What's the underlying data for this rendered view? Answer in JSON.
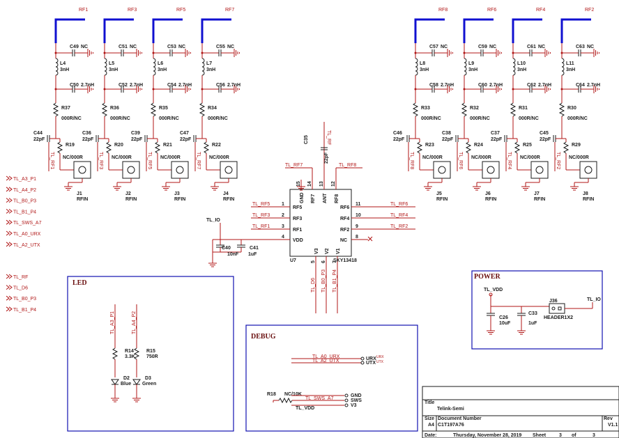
{
  "colors": {
    "wire": "#b01515",
    "antenna": "#1010d0",
    "text": "#1a1a1a",
    "box": "#1010b0"
  },
  "left_chains": [
    {
      "rf": "RF1",
      "cap_nc": "C49",
      "cap_nc_val": "NC",
      "ind": "L4",
      "ind_val": "3nH",
      "cap2": "C50",
      "cap2_val": "2.7nH",
      "res": "R37",
      "res_val": "000R/NC",
      "cap3": "C44",
      "cap3_val": "22pF",
      "res2": "R19",
      "res2_val": "NC/000R",
      "conn": "J1",
      "conn_val": "RFIN",
      "net": "TL_RF1"
    },
    {
      "rf": "RF3",
      "cap_nc": "C51",
      "cap_nc_val": "NC",
      "ind": "L5",
      "ind_val": "3nH",
      "cap2": "C52",
      "cap2_val": "2.7nH",
      "res": "R36",
      "res_val": "000R/NC",
      "cap3": "C36",
      "cap3_val": "22pF",
      "res2": "R20",
      "res2_val": "NC/000R",
      "conn": "J2",
      "conn_val": "RFIN",
      "net": "TL_RF3"
    },
    {
      "rf": "RF5",
      "cap_nc": "C53",
      "cap_nc_val": "NC",
      "ind": "L6",
      "ind_val": "3nH",
      "cap2": "C54",
      "cap2_val": "2.7nH",
      "res": "R35",
      "res_val": "000R/NC",
      "cap3": "C39",
      "cap3_val": "22pF",
      "res2": "R21",
      "res2_val": "NC/000R",
      "conn": "J3",
      "conn_val": "RFIN",
      "net": "TL_RF5"
    },
    {
      "rf": "RF7",
      "cap_nc": "C55",
      "cap_nc_val": "NC",
      "ind": "L7",
      "ind_val": "3nH",
      "cap2": "C56",
      "cap2_val": "2.7nH",
      "res": "R34",
      "res_val": "000R/NC",
      "cap3": "C47",
      "cap3_val": "22pF",
      "res2": "R22",
      "res2_val": "NC/000R",
      "conn": "J4",
      "conn_val": "RFIN",
      "net": "TL_RF7"
    }
  ],
  "right_chains": [
    {
      "rf": "RF8",
      "cap_nc": "C57",
      "cap_nc_val": "NC",
      "ind": "L8",
      "ind_val": "3nH",
      "cap2": "C58",
      "cap2_val": "2.7nH",
      "res": "R33",
      "res_val": "000R/NC",
      "cap3": "C46",
      "cap3_val": "22pF",
      "res2": "R23",
      "res2_val": "NC/000R",
      "conn": "J5",
      "conn_val": "RFIN",
      "net": "TL_RF8"
    },
    {
      "rf": "RF6",
      "cap_nc": "C59",
      "cap_nc_val": "NC",
      "ind": "L9",
      "ind_val": "3nH",
      "cap2": "C60",
      "cap2_val": "2.7nH",
      "res": "R32",
      "res_val": "000R/NC",
      "cap3": "C38",
      "cap3_val": "22pF",
      "res2": "R24",
      "res2_val": "NC/000R",
      "conn": "J6",
      "conn_val": "RFIN",
      "net": "TL_RF6"
    },
    {
      "rf": "RF4",
      "cap_nc": "C61",
      "cap_nc_val": "NC",
      "ind": "L10",
      "ind_val": "3nH",
      "cap2": "C62",
      "cap2_val": "2.7nH",
      "res": "R31",
      "res_val": "000R/NC",
      "cap3": "C37",
      "cap3_val": "22pF",
      "res2": "R25",
      "res2_val": "NC/000R",
      "conn": "J7",
      "conn_val": "RFIN",
      "net": "TL_RF4"
    },
    {
      "rf": "RF2",
      "cap_nc": "C63",
      "cap_nc_val": "NC",
      "ind": "L11",
      "ind_val": "3nH",
      "cap2": "C64",
      "cap2_val": "2.7nH",
      "res": "R30",
      "res_val": "000R/NC",
      "cap3": "C45",
      "cap3_val": "22pF",
      "res2": "R29",
      "res2_val": "NC/000R",
      "conn": "J8",
      "conn_val": "RFIN",
      "net": "TL_RF2"
    }
  ],
  "offpage_left": [
    "TL_A3_P1",
    "TL_A4_P2",
    "TL_B0_P3",
    "TL_B1_P4",
    "TL_SWS_A7",
    "TL_A0_URX",
    "TL_A2_UTX"
  ],
  "offpage_left2": [
    "TL_RF",
    "TL_D6",
    "TL_B0_P3",
    "TL_B1_P4"
  ],
  "ic": {
    "ref": "U7",
    "part": "SKY13418",
    "pins_left": [
      {
        "num": "1",
        "name": "RF5",
        "net": "TL_RF5"
      },
      {
        "num": "2",
        "name": "RF3",
        "net": "TL_RF3"
      },
      {
        "num": "3",
        "name": "RF1",
        "net": "TL_RF1"
      },
      {
        "num": "4",
        "name": "VDD",
        "net": ""
      }
    ],
    "pins_right": [
      {
        "num": "11",
        "name": "RF6",
        "net": "TL_RF6"
      },
      {
        "num": "10",
        "name": "RF4",
        "net": "TL_RF4"
      },
      {
        "num": "9",
        "name": "RF2",
        "net": "TL_RF2"
      },
      {
        "num": "8",
        "name": "NC",
        "net": ""
      }
    ],
    "pins_top": [
      {
        "num": "15",
        "name": "GND"
      },
      {
        "num": "14",
        "name": "RF7"
      },
      {
        "num": "13",
        "name": "ANT"
      },
      {
        "num": "12",
        "name": "RF8"
      }
    ],
    "pins_bottom": [
      {
        "num": "5",
        "name": "V3",
        "net": "TL_D6"
      },
      {
        "num": "6",
        "name": "V2",
        "net": "TL_B0_P3"
      },
      {
        "num": "7",
        "name": "V1",
        "net": "TL_B1_P4"
      }
    ],
    "top_nets": {
      "rf7": "TL_RF7",
      "rf8": "TL_RF8",
      "ant": "TL_RF"
    },
    "ant_cap": "C35",
    "ant_cap_val": "22pF",
    "vdd_net": "TL_IO",
    "vdd_caps": [
      {
        "ref": "C40",
        "val": "10nF"
      },
      {
        "ref": "C41",
        "val": "1uF"
      }
    ]
  },
  "led": {
    "title": "LED",
    "nets": [
      "TL_A3_P1",
      "TL_A4_P2"
    ],
    "res": [
      {
        "ref": "R14",
        "val": "3.3K"
      },
      {
        "ref": "R15",
        "val": "750R"
      }
    ],
    "leds": [
      {
        "ref": "D2",
        "val": "Blue"
      },
      {
        "ref": "D3",
        "val": "Green"
      }
    ]
  },
  "debug": {
    "title": "DEBUG",
    "nets": [
      "TL_A0_URX",
      "TL_A2_UTX"
    ],
    "ports": [
      "URX",
      "UTX"
    ],
    "ports_small": [
      "URX",
      "UTX"
    ],
    "res": "R18",
    "res_val": "NC/10K",
    "sws_net": "TL_SWS_A7",
    "vdd_net": "TL_VDD",
    "pads": [
      "GND",
      "SWS",
      "V3"
    ]
  },
  "power": {
    "title": "POWER",
    "in_net": "TL_VDD",
    "out_net": "TL_IO",
    "caps": [
      {
        "ref": "C26",
        "val": "10uF"
      },
      {
        "ref": "C33",
        "val": "1uF"
      }
    ],
    "header": "J36",
    "header_val": "HEADER1X2"
  },
  "title_block": {
    "title_label": "Title",
    "title": "Telink-Semi",
    "size_label": "Size",
    "size": "A4",
    "doc_label": "Document Number",
    "doc": "C1T197A76",
    "rev_label": "Rev",
    "rev": "V1.1",
    "date_label": "Date:",
    "date": "Thursday, November 28, 2019",
    "sheet_label": "Sheet",
    "sheet": "3",
    "of_label": "of",
    "of": "3"
  }
}
